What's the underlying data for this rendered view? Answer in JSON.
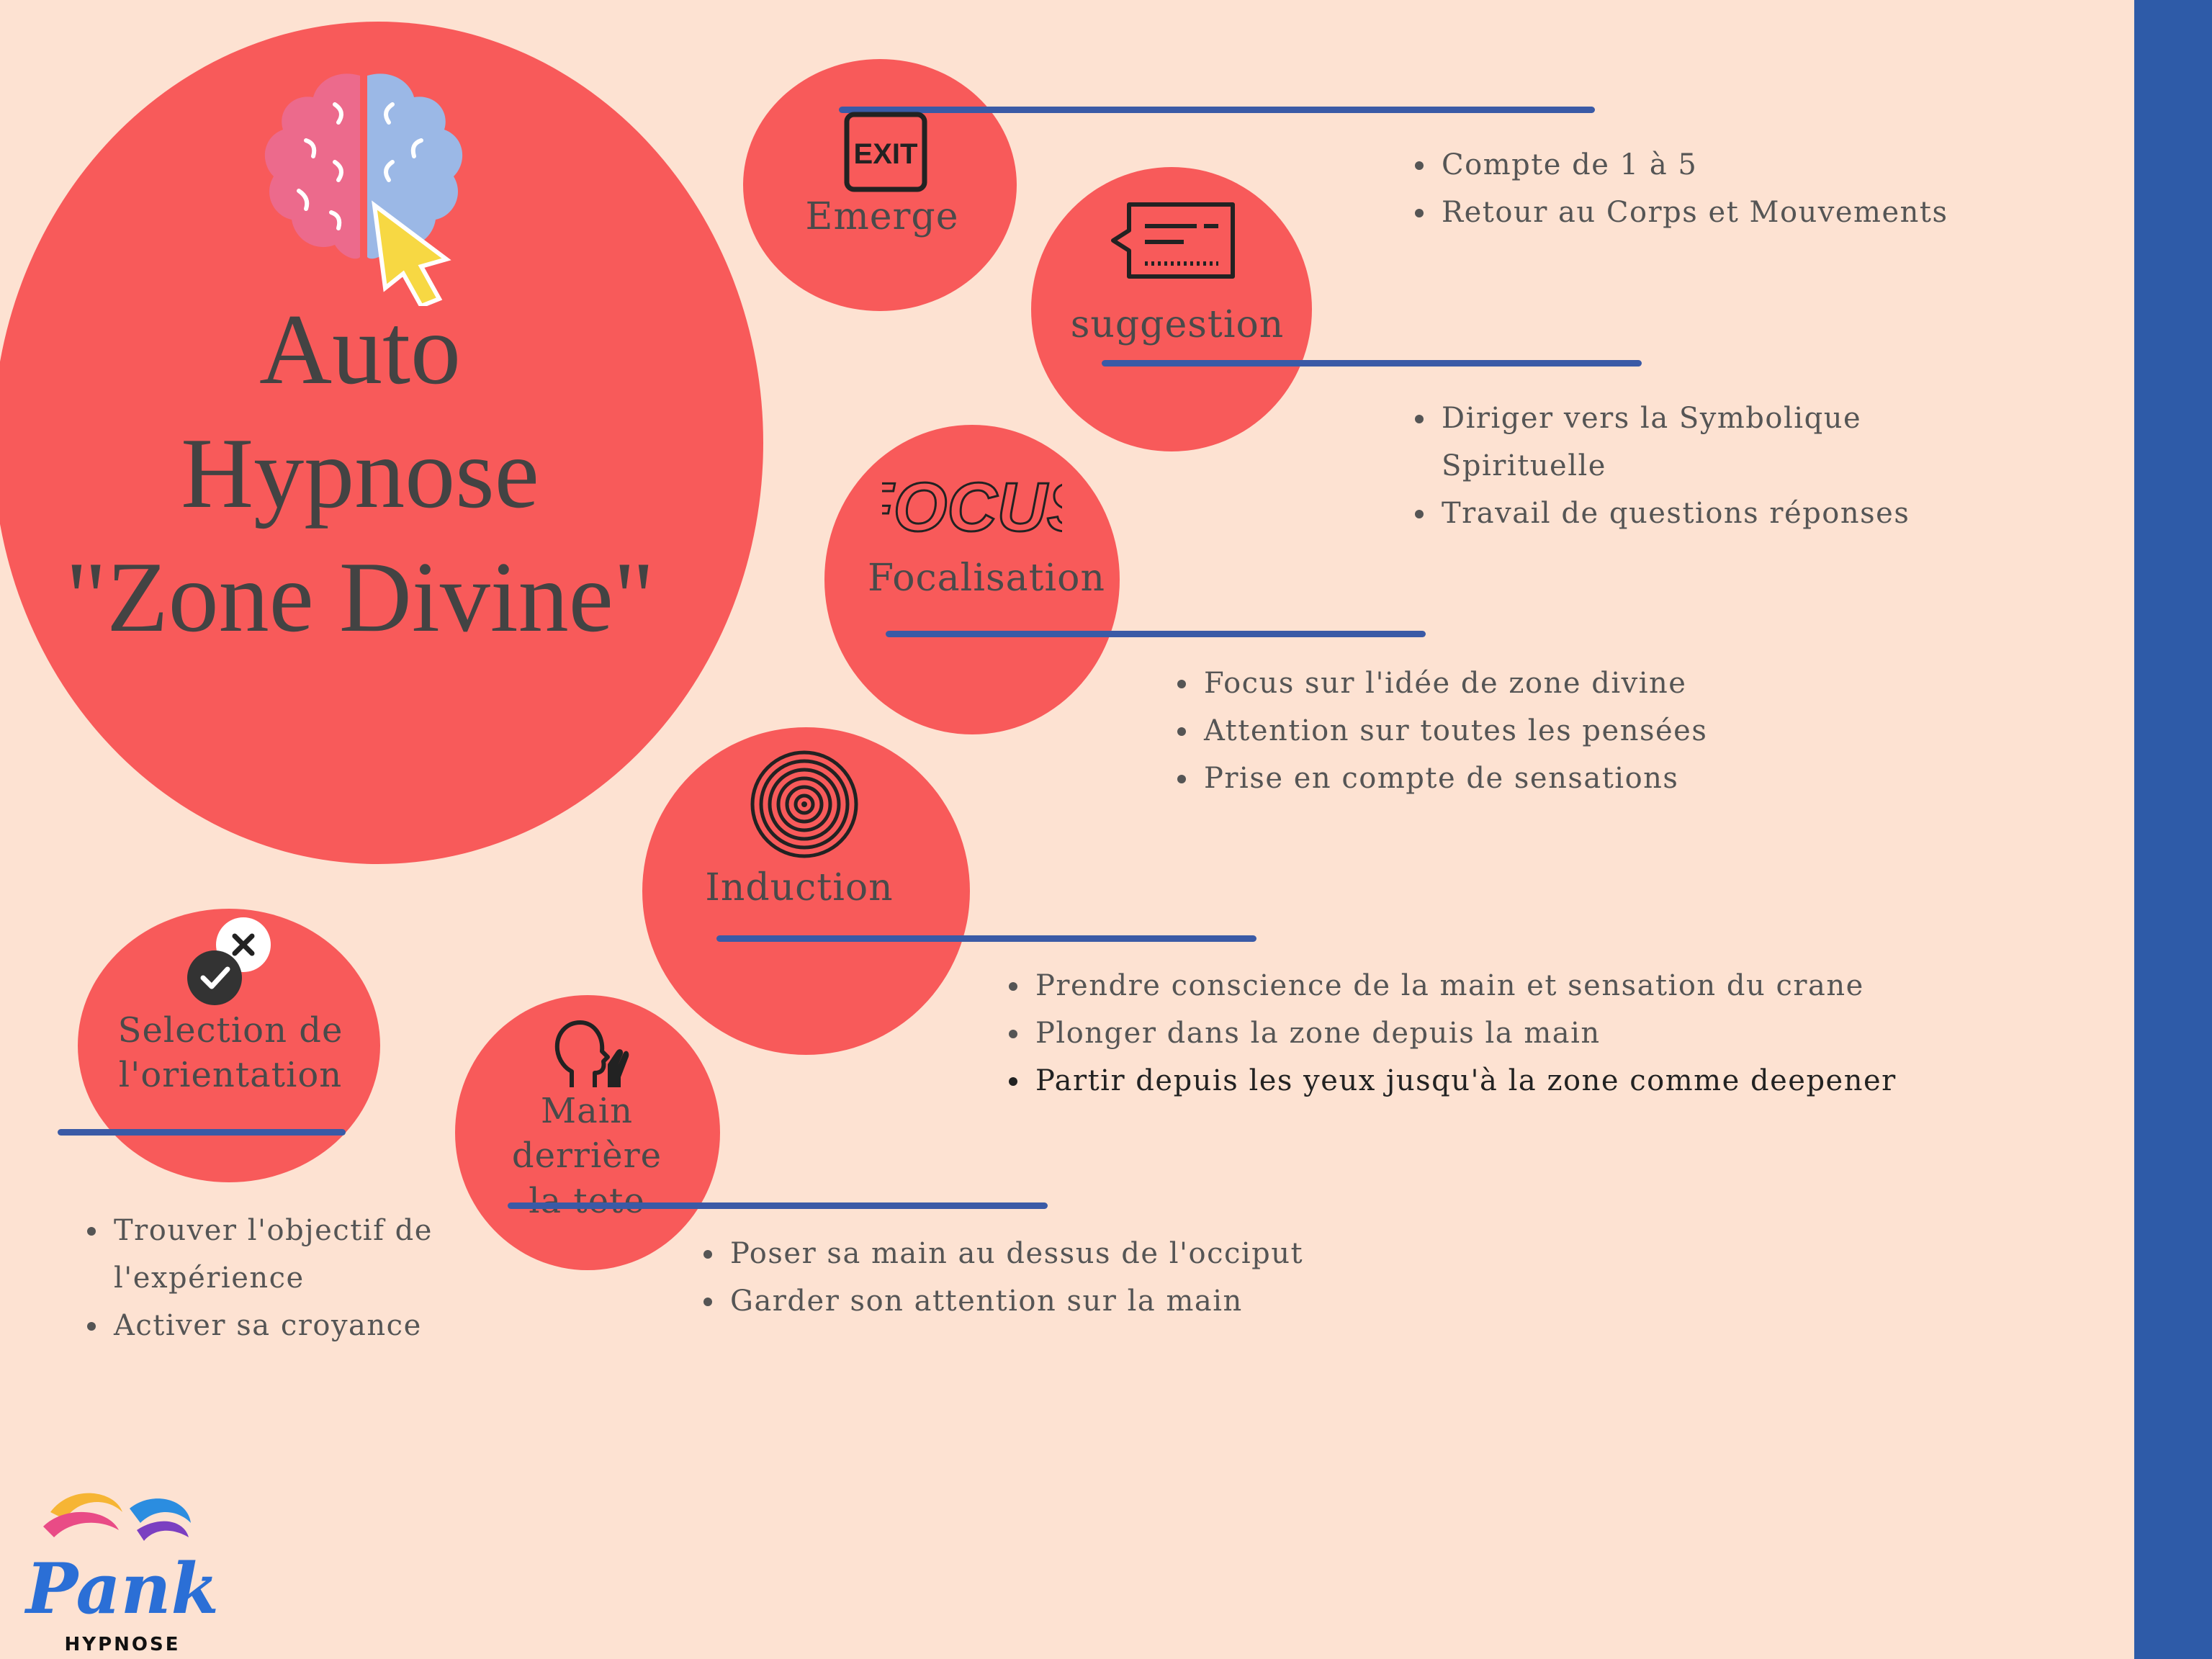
{
  "title": {
    "line1": "Auto",
    "line2": "Hypnose",
    "line3": "\"Zone Divine\""
  },
  "steps": {
    "emerge": {
      "label": "Emerge",
      "icon": "exit-sign-icon",
      "icon_text": "EXIT",
      "bullets": [
        "Compte de 1 à 5",
        "Retour au Corps et Mouvements"
      ]
    },
    "suggestion": {
      "label": "suggestion",
      "icon": "speech-bubble-icon",
      "bullets": [
        "Diriger vers la Symbolique Spirituelle",
        "Travail de questions réponses"
      ]
    },
    "focalisation": {
      "label": "Focalisation",
      "icon": "focus-text-icon",
      "icon_text": "FOCUS",
      "bullets": [
        "Focus sur l'idée de zone divine",
        "Attention sur toutes les pensées",
        "Prise en compte de sensations"
      ]
    },
    "induction": {
      "label": "Induction",
      "icon": "spiral-icon",
      "bullets": [
        "Prendre conscience de la main et sensation du crane",
        "Plonger dans la zone depuis la main",
        "Partir depuis les yeux jusqu'à la zone comme deepener"
      ]
    },
    "main": {
      "label_line1": "Main derrière",
      "label_line2": "la tete",
      "icon": "head-hand-icon",
      "bullets": [
        "Poser sa main au dessus de l'occiput",
        "Garder son attention sur la main"
      ]
    },
    "selection": {
      "label_line1": "Selection de",
      "label_line2": "l'orientation",
      "icon": "check-cross-icon",
      "bullets": [
        "Trouver l'objectif de l'expérience",
        " Activer sa croyance"
      ]
    }
  },
  "logo": {
    "script": "Pank",
    "wordmark": "HYPNOSE"
  },
  "colors": {
    "background": "#fde2d2",
    "circle": "#f85a5a",
    "accent_blue": "#2e5ba8",
    "text": "#4a4a4a"
  }
}
